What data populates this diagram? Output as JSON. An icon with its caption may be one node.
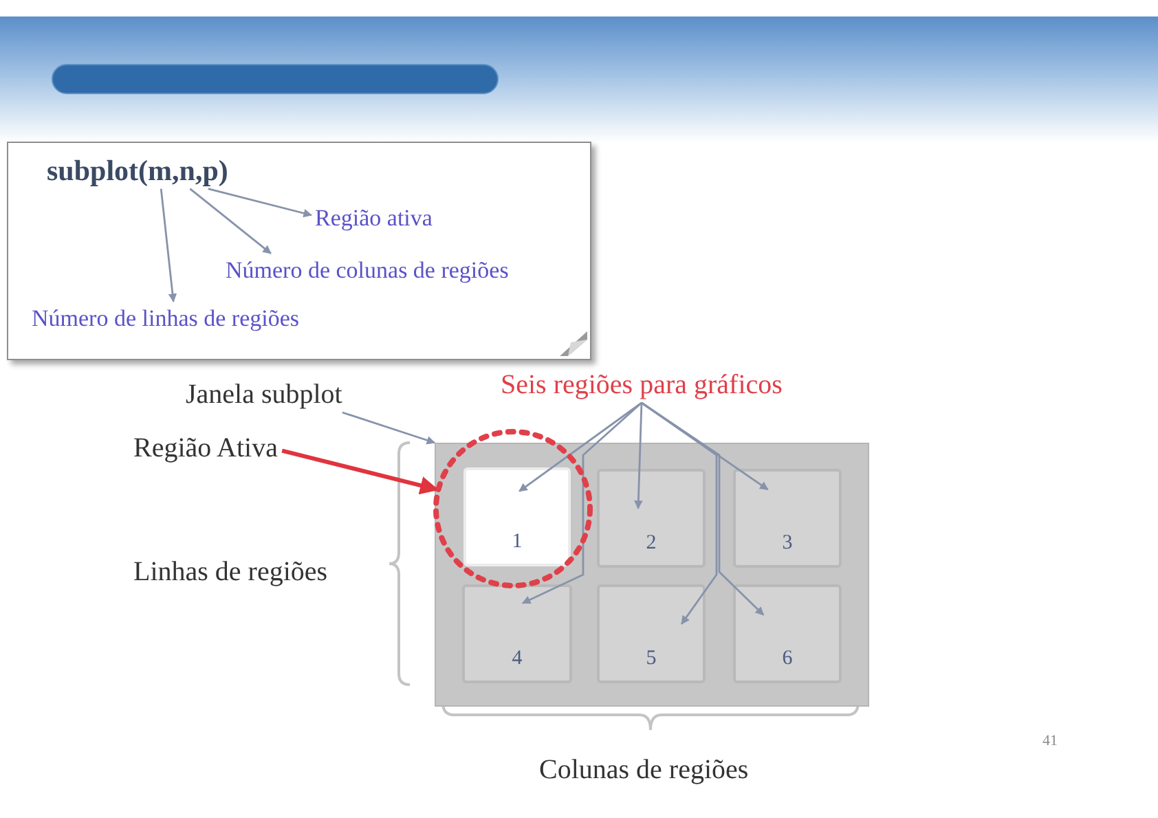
{
  "diagram": {
    "nodes": [
      {
        "text": [],
        "shape": "box"
      },
      {
        "text": [
          "subplot(m,n,p)"
        ],
        "in": 0
      },
      {
        "text": [
          "Região ativa"
        ],
        "in": 0
      },
      {
        "text": [
          "Número de colunas de regiões"
        ],
        "in": 0
      },
      {
        "text": [
          "Número de linhas de regiões"
        ],
        "in": 0
      },
      {
        "text": [
          "Janela subplot"
        ]
      },
      {
        "text": [
          "Seis regiões para gráficos"
        ]
      },
      {
        "text": [
          "Região Ativa"
        ]
      },
      {
        "text": [],
        "shape": "box"
      },
      {
        "text": [],
        "shape": "circle"
      },
      {
        "text": [
          "1"
        ],
        "in": 9
      },
      {
        "text": [
          "2"
        ],
        "in": 8
      },
      {
        "text": [
          "3"
        ],
        "in": 8
      },
      {
        "text": [
          "4"
        ],
        "in": 8
      },
      {
        "text": [
          "5"
        ],
        "in": 8
      },
      {
        "text": [
          "6"
        ],
        "in": 8
      }
    ],
    "edges": [
      {
        "from": 1,
        "to": 2,
        "arrow": "to"
      },
      {
        "from": 1,
        "to": 3,
        "arrow": "to"
      },
      {
        "from": 1,
        "to": 4,
        "arrow": "to"
      },
      {
        "from": 5,
        "to": 8,
        "arrow": "to"
      },
      {
        "from": 7,
        "to": 9,
        "arrow": "to",
        "style": "thick",
        "color": "#e0343e"
      },
      {
        "from": 6,
        "to": 10,
        "arrow": "to"
      },
      {
        "from": 6,
        "to": 11,
        "arrow": "to"
      },
      {
        "from": 6,
        "to": 12,
        "arrow": "to"
      },
      {
        "from": 6,
        "to": 13,
        "arrow": "to"
      },
      {
        "from": 6,
        "to": 14,
        "arrow": "to"
      },
      {
        "from": 6,
        "to": 15,
        "arrow": "to"
      }
    ],
    "labels": [
      "Linhas de regiões",
      "41",
      "Colunas de regiões"
    ]
  }
}
